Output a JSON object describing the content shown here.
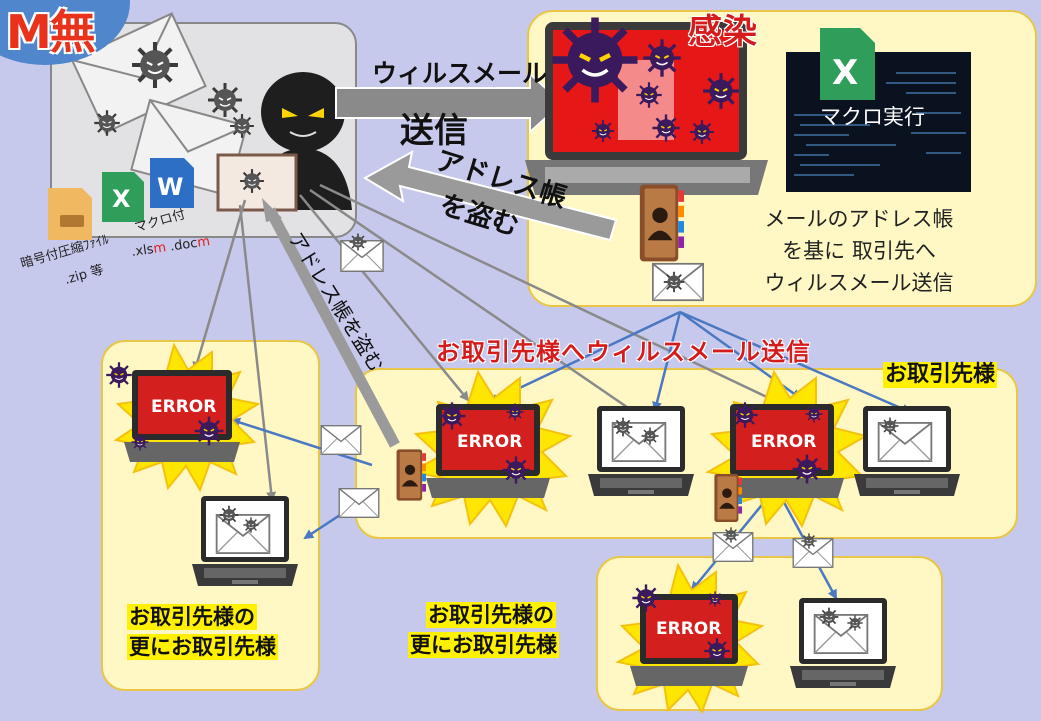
{
  "corner_label": "M無",
  "infected_label": "感染",
  "send_arrow": {
    "line1": "ウィルスメール",
    "line2": "送信"
  },
  "steal_arrow": {
    "line1": "アドレス帳",
    "line2": "を盗む"
  },
  "macro_label": "マクロ実行",
  "address_book_text": [
    "メールのアドレス帳",
    "を基に 取引先へ",
    "ウィルスメール送信"
  ],
  "attachments": {
    "archive_label": "暗号付圧縮ﾌｧｲﾙ",
    "archive_ext": ".zip 等",
    "macro_label": "マクロ付",
    "macro_ext_prefix": ".xls",
    "macro_ext_m1": "m",
    "macro_ext_mid": " .doc",
    "macro_ext_m2": "m"
  },
  "clients_send_heading": "お取引先様へウィルスメール送信",
  "clients_label": "お取引先様",
  "steal_diagonal": "アドレス帳を盗む",
  "further_clients_left": [
    "お取引先様の",
    "更にお取引先様"
  ],
  "further_clients_bottom": [
    "お取引先様の",
    "更にお取引先様"
  ],
  "error_text": "ERROR",
  "colors": {
    "infected_box": "#fff7c4",
    "attacker_box": "#e2e2e4",
    "highlight": "#fff100",
    "arrow_blue": "#4a78c2",
    "arrow_gray": "#8a8a8a",
    "error_red": "#d41f1f",
    "burst_yellow": "#ffe600"
  },
  "icons": [
    "virus-icon",
    "envelope-icon",
    "hacker-icon",
    "laptop-icon",
    "address-book-icon",
    "excel-icon",
    "word-icon",
    "zip-icon"
  ]
}
